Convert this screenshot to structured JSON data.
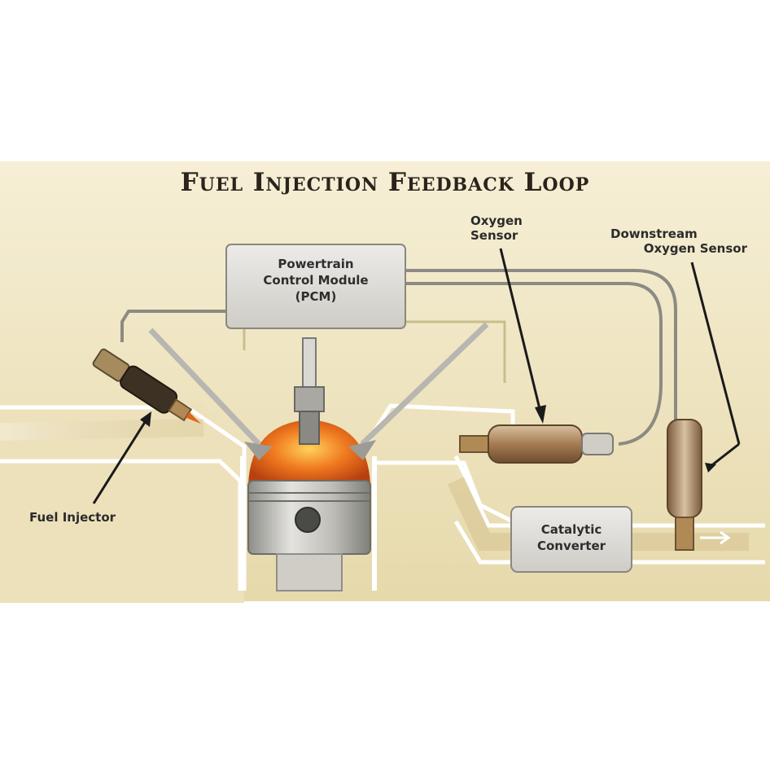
{
  "title": "Fuel Injection Feedback Loop",
  "pcm": {
    "line1": "Powertrain",
    "line2": "Control Module",
    "line3": "(PCM)"
  },
  "catalytic_converter": {
    "line1": "Catalytic",
    "line2": "Converter"
  },
  "labels": {
    "oxygen_sensor": {
      "line1": "Oxygen",
      "line2": "Sensor"
    },
    "downstream_sensor": {
      "line1": "Downstream",
      "line2": "Oxygen Sensor"
    },
    "fuel_injector": "Fuel Injector"
  },
  "colors": {
    "background": "#e9dfb8",
    "panel": "#ddd5c7",
    "combustion": "#e0641a",
    "metal": "#9a9a96",
    "brass": "#b08a55"
  }
}
